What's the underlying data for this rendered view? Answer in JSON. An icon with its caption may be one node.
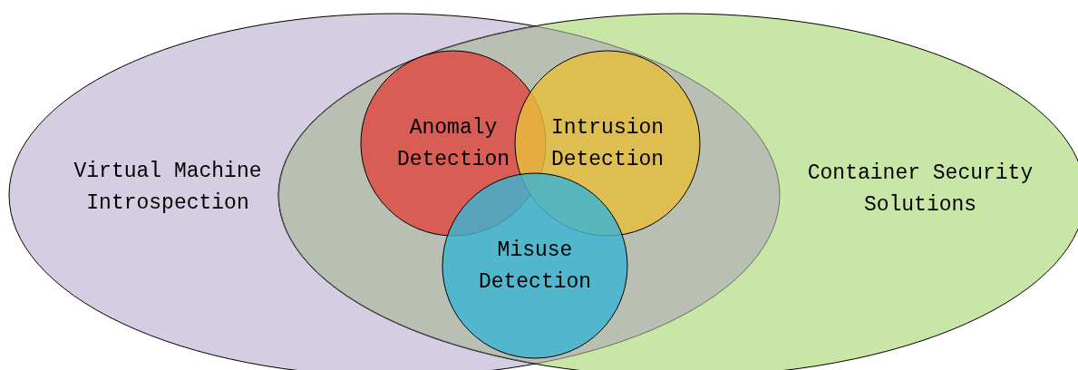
{
  "diagram": {
    "nodes": [
      {
        "text": [
          "Virtual Machine Introspection"
        ]
      },
      {
        "text": [
          "Container Security Solutions"
        ]
      },
      {
        "text": [
          "Anomaly Detection"
        ]
      },
      {
        "text": [
          "Intrusion Detection"
        ]
      },
      {
        "text": [
          "Misuse Detection"
        ]
      }
    ],
    "edges": []
  }
}
